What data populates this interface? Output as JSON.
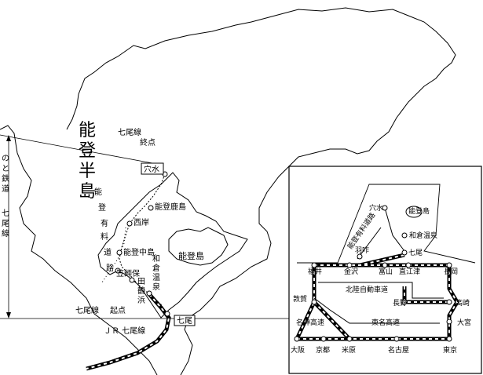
{
  "title": "能登半島",
  "main_map": {
    "endpoint_line": "七尾線",
    "endpoint_word": "終点",
    "start_line": "七尾線",
    "start_word": "起点",
    "left_railway": "のと鉄道",
    "left_railway_line": "七尾線",
    "station_anamizu": "穴水",
    "station_nanao": "七尾",
    "jr_line": "ＪＲ 七尾線",
    "island": "能登島",
    "notokashima": "能登鹿島",
    "nishigishi": "西岸",
    "notonakajima": "能登中島",
    "kasashiho": "笠師保",
    "tatsurahama": "田鶴浜",
    "wakura": "和倉温泉",
    "toll_road": "能登有料道路"
  },
  "inset": {
    "anamizu": "穴水",
    "notojima": "能登島",
    "wakura": "和倉温泉",
    "toll_road": "能登有料道路",
    "hakui": "羽咋",
    "nanao": "七尾",
    "fukui": "福井",
    "kanazawa": "金沢",
    "toyama": "富山",
    "naoetsu": "直江津",
    "nagaoka": "長岡",
    "hokuriku_exp": "北陸自動車道",
    "tsuruga": "敦賀",
    "nagano": "長野",
    "takasaki": "高崎",
    "meishin": "名神高速",
    "tomei": "東名高速",
    "omiya": "大宮",
    "osaka": "大阪",
    "kyoto": "京都",
    "maibara": "米原",
    "nagoya": "名古屋",
    "tokyo": "東京"
  }
}
